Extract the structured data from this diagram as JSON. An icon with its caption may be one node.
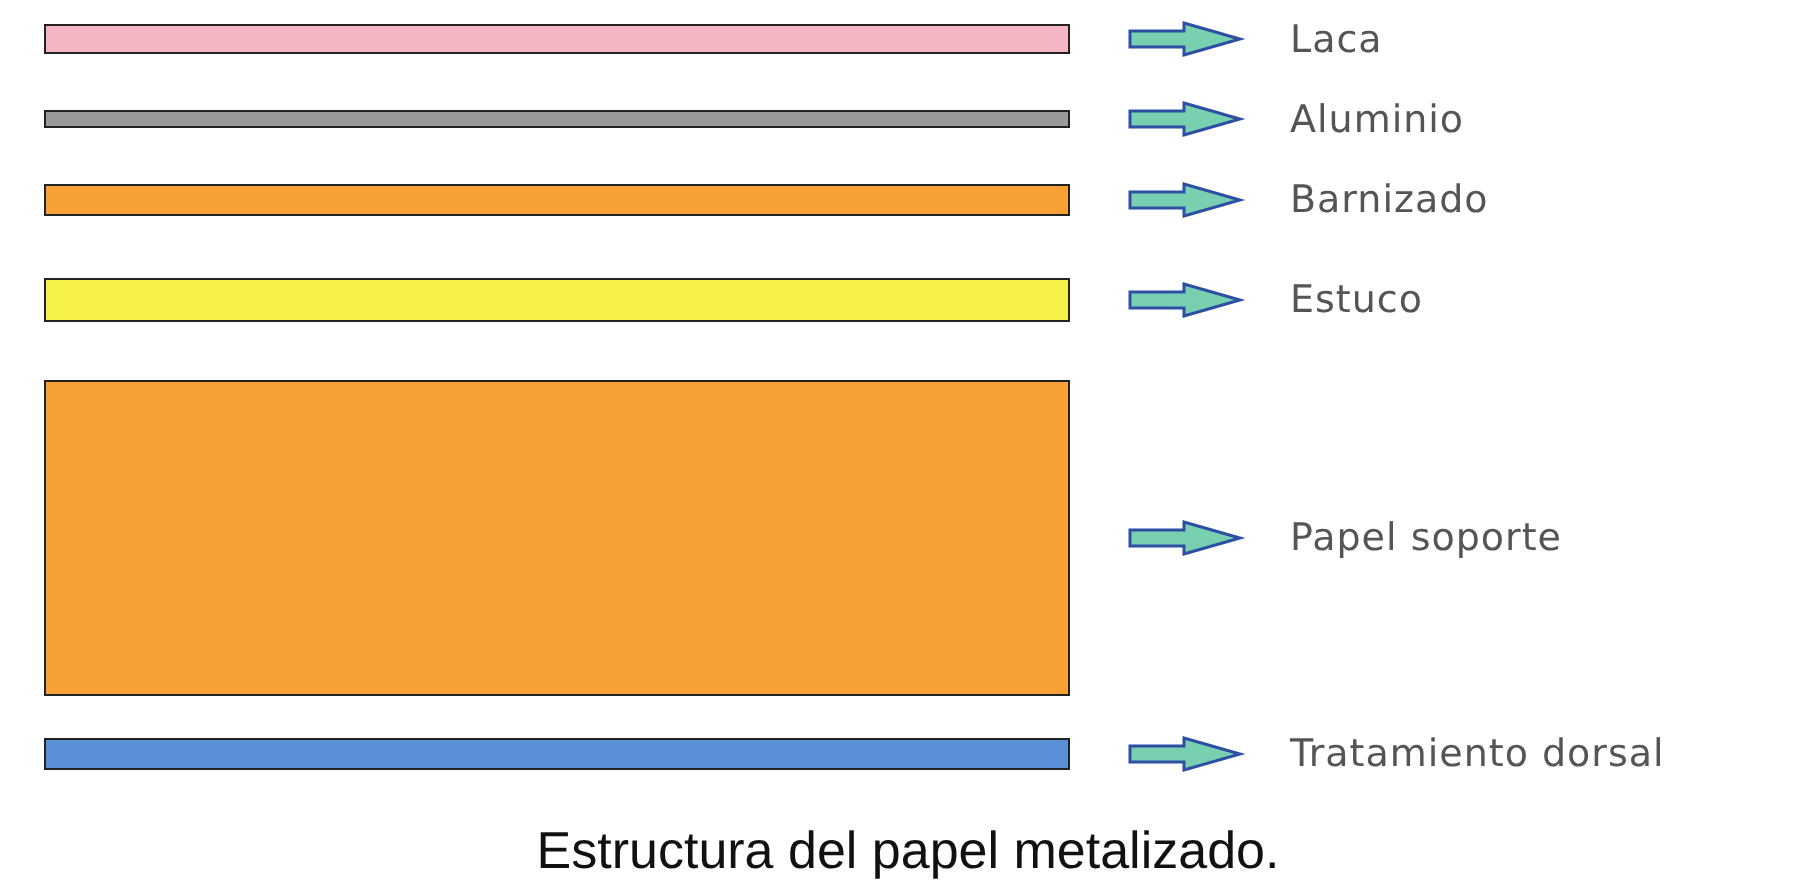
{
  "diagram": {
    "caption": "Estructura del papel metalizado.",
    "nodes": [
      {
        "text": [],
        "shape": "bar"
      },
      {
        "text": [
          "Laca"
        ]
      },
      {
        "text": [],
        "shape": "bar"
      },
      {
        "text": [
          "Aluminio"
        ]
      },
      {
        "text": [],
        "shape": "bar"
      },
      {
        "text": [
          "Barnizado"
        ]
      },
      {
        "text": [],
        "shape": "bar"
      },
      {
        "text": [
          "Estuco"
        ]
      },
      {
        "text": [],
        "shape": "bar"
      },
      {
        "text": [
          "Papel soporte"
        ]
      },
      {
        "text": [],
        "shape": "bar"
      },
      {
        "text": [
          "Tratamiento dorsal"
        ]
      }
    ],
    "edges": [
      {
        "from": 0,
        "to": 1,
        "arrow": "to"
      },
      {
        "from": 2,
        "to": 3,
        "arrow": "to"
      },
      {
        "from": 4,
        "to": 5,
        "arrow": "to"
      },
      {
        "from": 6,
        "to": 7,
        "arrow": "to"
      },
      {
        "from": 8,
        "to": 9,
        "arrow": "to"
      },
      {
        "from": 10,
        "to": 11,
        "arrow": "to"
      }
    ]
  }
}
